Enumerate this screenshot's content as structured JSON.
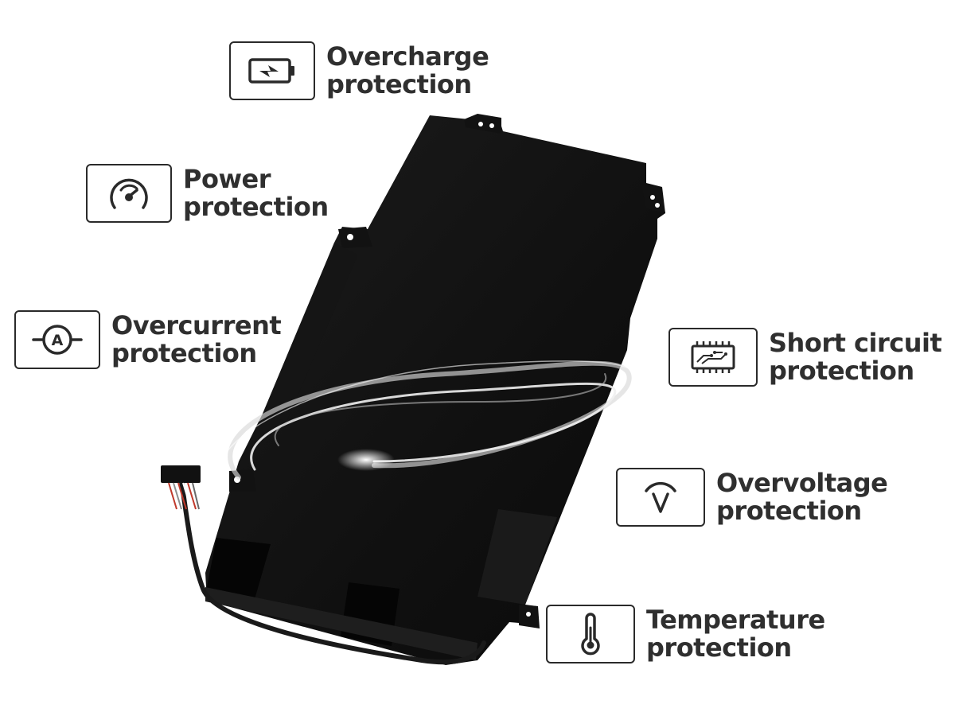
{
  "features": [
    {
      "id": "overcharge",
      "icon": "battery-charge-icon",
      "line1": "Overcharge",
      "line2": "protection"
    },
    {
      "id": "power",
      "icon": "gauge-icon",
      "line1": "Power",
      "line2": "protection"
    },
    {
      "id": "overcurrent",
      "icon": "ammeter-icon",
      "line1": "Overcurrent",
      "line2": "protection"
    },
    {
      "id": "short-circuit",
      "icon": "circuit-board-icon",
      "line1": "Short circuit",
      "line2": "protection"
    },
    {
      "id": "overvoltage",
      "icon": "voltage-icon",
      "line1": "Overvoltage",
      "line2": "protection"
    },
    {
      "id": "temperature",
      "icon": "thermometer-icon",
      "line1": "Temperature",
      "line2": "protection"
    }
  ],
  "colors": {
    "text": "#2f2f2f",
    "icon_border": "#2a2a2a",
    "battery_body": "#121212",
    "background": "#ffffff"
  }
}
